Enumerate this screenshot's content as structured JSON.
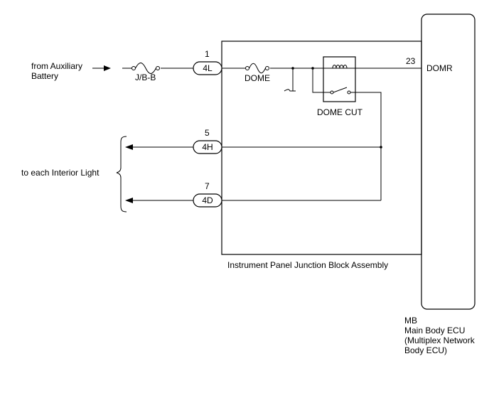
{
  "source": {
    "line1": "from Auxiliary",
    "line2": "Battery"
  },
  "fuses": {
    "jbb": "J/B-B",
    "dome": "DOME"
  },
  "relay": {
    "label": "DOME CUT"
  },
  "connectors": [
    {
      "id": "4L",
      "pin": "1"
    },
    {
      "id": "4H",
      "pin": "5"
    },
    {
      "id": "4D",
      "pin": "7"
    }
  ],
  "junction_block": {
    "label": "Instrument Panel Junction Block Assembly"
  },
  "ecu": {
    "pin": "23",
    "terminal": "DOMR",
    "code": "MB",
    "name": "Main Body ECU",
    "detail_line1": "(Multiplex Network",
    "detail_line2": "Body ECU)"
  },
  "destination": {
    "label": "to each Interior Light"
  }
}
